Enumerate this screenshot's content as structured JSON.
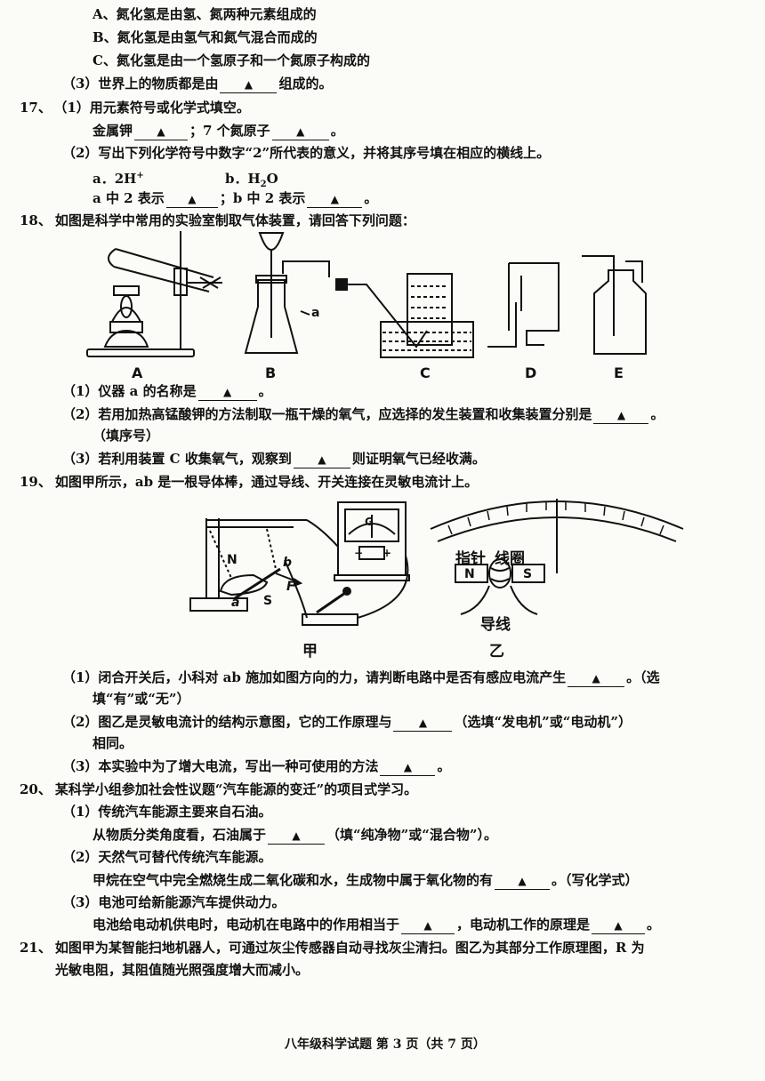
{
  "q16": {
    "optA": "A、氮化氢是由氢、氮两种元素组成的",
    "optB": "B、氮化氢是由氢气和氮气混合而成的",
    "optC": "C、氮化氢是由一个氢原子和一个氮原子构成的",
    "p3_pre": "（3）世界上的物质都是由",
    "p3_post": "组成的。"
  },
  "blank_mark": "▲",
  "q17": {
    "num": "17、",
    "p1": "（1）用元素符号或化学式填空。",
    "metal_pre": "金属钾",
    "metal_mid": "；7 个氮原子",
    "metal_post": "。",
    "p2": "（2）写出下列化学符号中数字“2”所代表的意义，并将其序号填在相应的横线上。",
    "a_label": "a．2H",
    "a_sup": "+",
    "b_label": "b．H",
    "b_sub": "2",
    "b_tail": "O",
    "ans_pre": "a 中 2 表示",
    "ans_mid": "；b 中 2 表示",
    "ans_post": "。"
  },
  "q18": {
    "num": "18、",
    "stem": "如图是科学中常用的实验室制取气体装置，请回答下列问题：",
    "labels": [
      "A",
      "B",
      "C",
      "D",
      "E"
    ],
    "label_a": "a",
    "p1_pre": "（1）仪器 a 的名称是",
    "p1_post": "。",
    "p2_pre": "（2）若用加热高锰酸钾的方法制取一瓶干燥的氧气，应选择的发生装置和收集装置分别是",
    "p2_post": "。",
    "p2_note": "（填序号）",
    "p3_pre": "（3）若利用装置 C 收集氧气，观察到",
    "p3_post": "则证明氧气已经收满。"
  },
  "q19": {
    "num": "19、",
    "stem": "如图甲所示，ab 是一根导体棒，通过导线、开关连接在灵敏电流计上。",
    "fig_jia": "甲",
    "fig_yi": "乙",
    "lbl_N": "N",
    "lbl_S": "S",
    "lbl_a": "a",
    "lbl_b": "b",
    "lbl_F": "F",
    "lbl_G": "G",
    "lbl_minus": "−",
    "lbl_plus": "+",
    "pointer": "指针",
    "coil": "线圈",
    "wire": "导线",
    "p1_pre": "（1）闭合开关后，小科对 ab 施加如图方向的力，请判断电路中是否有感应电流产生",
    "p1_post": "。（选",
    "p1_cont": "填“有”或“无”）",
    "p2_pre": "（2）图乙是灵敏电流计的结构示意图，它的工作原理与",
    "p2_post": "（选填“发电机”或“电动机”）",
    "p2_cont": "相同。",
    "p3_pre": "（3）本实验中为了增大电流，写出一种可使用的方法",
    "p3_post": "。"
  },
  "q20": {
    "num": "20、",
    "stem": "某科学小组参加社会性议题“汽车能源的变迁”的项目式学习。",
    "p1": "（1）传统汽车能源主要来自石油。",
    "p1_pre": "从物质分类角度看，石油属于",
    "p1_post": "（填“纯净物”或“混合物”）。",
    "p2": "（2）天然气可替代传统汽车能源。",
    "p2_pre": "甲烷在空气中完全燃烧生成二氧化碳和水，生成物中属于氧化物的有",
    "p2_post": "。（写化学式）",
    "p3": "（3）电池可给新能源汽车提供动力。",
    "p3_pre": "电池给电动机供电时，电动机在电路中的作用相当于",
    "p3_mid": "，电动机工作的原理是",
    "p3_post": "。"
  },
  "q21": {
    "num": "21、",
    "line1": "如图甲为某智能扫地机器人，可通过灰尘传感器自动寻找灰尘清扫。图乙为其部分工作原理图，R 为",
    "line2": "光敏电阻，其阻值随光照强度增大而减小。"
  },
  "footer": "八年级科学试题  第 3 页（共 7 页）"
}
